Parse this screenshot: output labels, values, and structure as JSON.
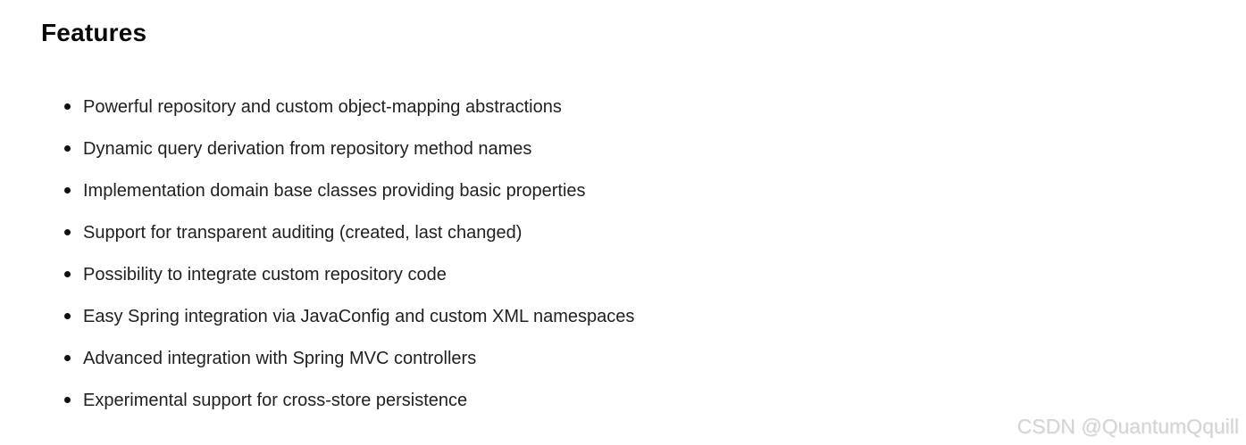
{
  "page": {
    "title": "Features",
    "features": [
      "Powerful repository and custom object-mapping abstractions",
      "Dynamic query derivation from repository method names",
      "Implementation domain base classes providing basic properties",
      "Support for transparent auditing (created, last changed)",
      "Possibility to integrate custom repository code",
      "Easy Spring integration via JavaConfig and custom XML namespaces",
      "Advanced integration with Spring MVC controllers",
      "Experimental support for cross-store persistence"
    ],
    "watermark": "CSDN @QuantumQquill"
  },
  "colors": {
    "background": "#ffffff",
    "heading_text": "#0a0a0a",
    "body_text": "#212121",
    "bullet": "#111111",
    "watermark_text": "#d4d4d4"
  }
}
